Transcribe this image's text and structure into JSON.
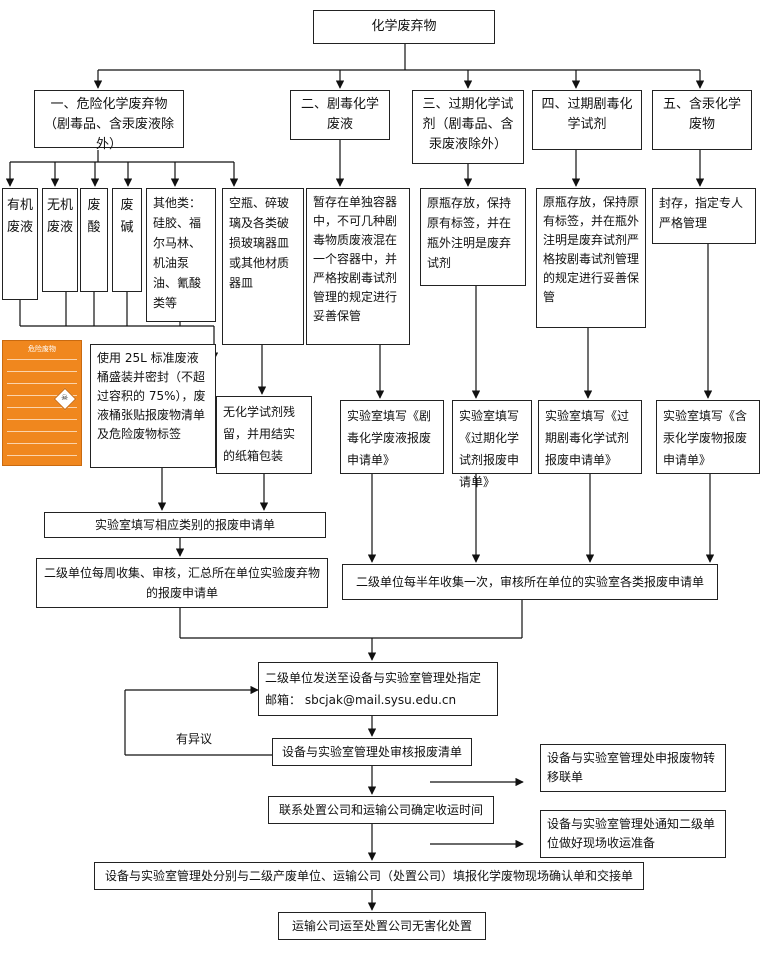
{
  "title": "化学废弃物",
  "categories": {
    "c1": "一、危险化学废弃物（剧毒品、含汞废液除外）",
    "c2": "二、剧毒化学废液",
    "c3": "三、过期化学试剂（剧毒品、含汞废液除外）",
    "c4": "四、过期剧毒化学试剂",
    "c5": "五、含汞化学废物"
  },
  "subtypes": {
    "s1": "有机废液",
    "s2": "无机废液",
    "s3": "废酸",
    "s4": "废碱",
    "s5": "其他类：硅胶、福尔马林、机油泵油、氰酸类等",
    "s6": "空瓶、碎玻璃及各类破损玻璃器皿或其他材质器皿"
  },
  "storage": {
    "st2": "暂存在单独容器中，不可几种剧毒物质废液混在一个容器中，并严格按剧毒试剂管理的规定进行妥善保管",
    "st3": "原瓶存放，保持原有标签，并在瓶外注明是废弃试剂",
    "st4": "原瓶存放，保持原有标签，并在瓶外注明是废弃试剂严格按剧毒试剂管理的规定进行妥善保管",
    "st5": "封存，指定专人严格管理"
  },
  "container_note": "使用 25L 标准废液桶盛装并密封（不超过容积的 75%），废液桶张贴报废物清单及危险废物标签",
  "solid_note": "无化学试剂残留，并用结实的纸箱包装",
  "apply": {
    "a1": "实验室填写相应类别的报废申请单",
    "a2": "实验室填写《剧毒化学废液报废申请单》",
    "a3": "实验室填写《过期化学试剂报废申请单》",
    "a4": "实验室填写《过期剧毒化学试剂报废申请单》",
    "a5": "实验室填写《含汞化学废物报废申请单》"
  },
  "weekly": "二级单位每周收集、审核，汇总所在单位实验废弃物的报废申请单",
  "halfyear": "二级单位每半年收集一次，审核所在单位的实验室各类报废申请单",
  "send": {
    "text": "二级单位发送至设备与实验室管理处指定",
    "email_label": "邮箱：",
    "email": "sbcjak@mail.sysu.edu.cn"
  },
  "objection": "有异议",
  "review": "设备与实验室管理处审核报废清单",
  "transfer": "设备与实验室管理处申报废物转移联单",
  "contact": "联系处置公司和运输公司确定收运时间",
  "notify": "设备与实验室管理处通知二级单位做好现场收运准备",
  "confirm": "设备与实验室管理处分别与二级产废单位、运输公司（处置公司）填报化学废物现场确认单和交接单",
  "final": "运输公司运至处置公司无害化处置",
  "hazard_label": {
    "title": "危险废物"
  }
}
